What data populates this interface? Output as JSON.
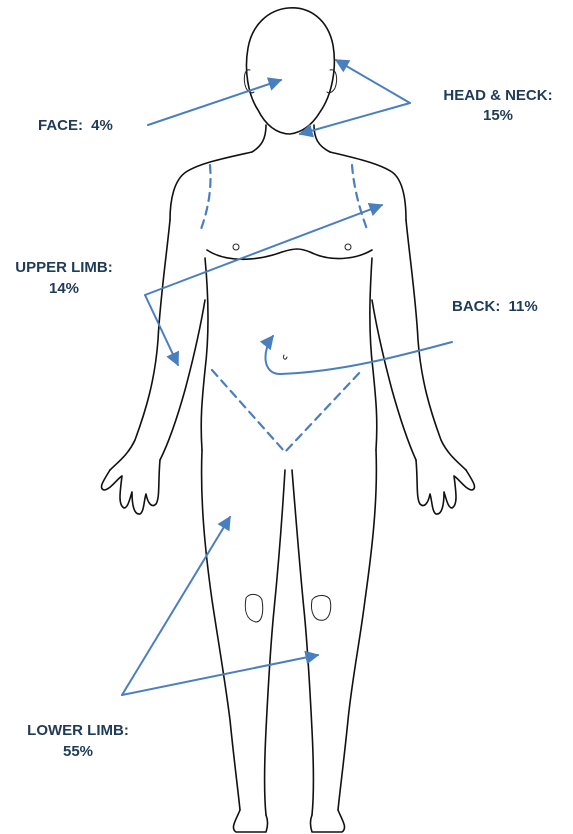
{
  "labels": {
    "face": {
      "name": "FACE:",
      "value": "4%"
    },
    "head_neck": {
      "name": "HEAD & NECK:",
      "value": "15%"
    },
    "upper_limb": {
      "name": "UPPER LIMB:",
      "value": "14%"
    },
    "back": {
      "name": "BACK:",
      "value": "11%"
    },
    "lower_limb": {
      "name": "LOWER LIMB:",
      "value": "55%"
    }
  },
  "colors": {
    "label_text": "#1f3b57",
    "arrow": "#4a7fbf",
    "outline": "#111111"
  }
}
